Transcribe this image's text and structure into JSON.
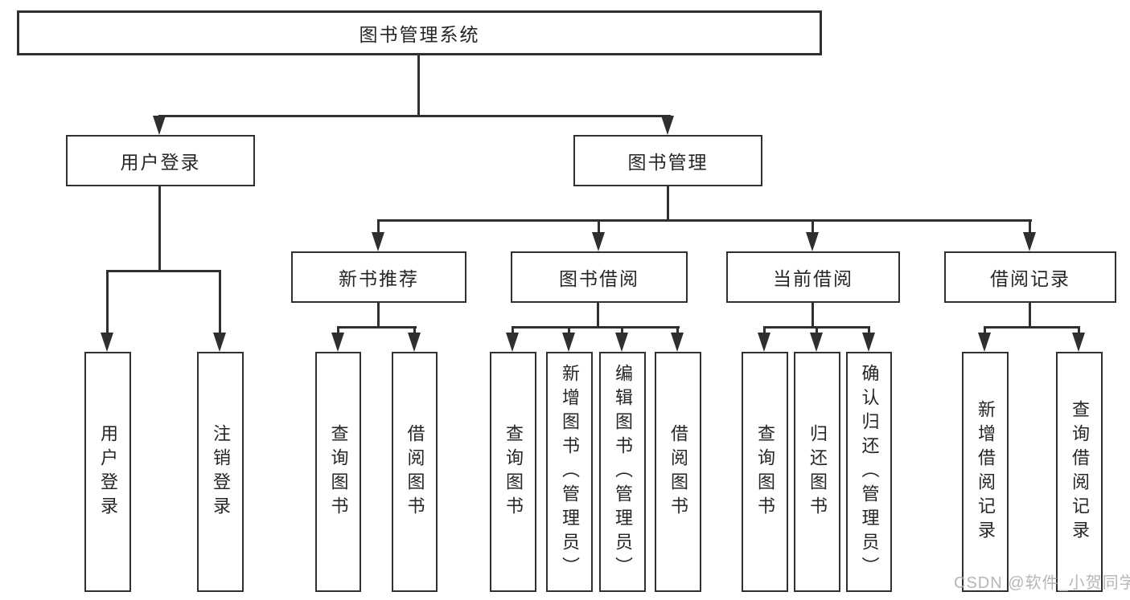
{
  "diagram": {
    "root": "图书管理系统",
    "level2": {
      "user_login": "用户登录",
      "book_mgmt": "图书管理"
    },
    "level3": {
      "new_book": "新书推荐",
      "book_borrow": "图书借阅",
      "current_borrow": "当前借阅",
      "borrow_record": "借阅记录"
    },
    "leaves": {
      "user_login": "用户登录",
      "logout": "注销登录",
      "nb_query": "查询图书",
      "nb_borrow": "借阅图书",
      "bb_query": "查询图书",
      "bb_add": "新增图书（管理员）",
      "bb_edit": "编辑图书（管理员）",
      "bb_borrow": "借阅图书",
      "cb_query": "查询图书",
      "cb_return": "归还图书",
      "cb_confirm": "确认归还（管理员）",
      "br_add": "新增借阅记录",
      "br_query": "查询借阅记录"
    }
  },
  "watermark": {
    "text": "CSDN @软件_小贺同学"
  },
  "colors": {
    "line": "#2f2f2f",
    "text": "#262626",
    "box_bg": "#ffffff",
    "watermark": "#b0b0b0"
  }
}
